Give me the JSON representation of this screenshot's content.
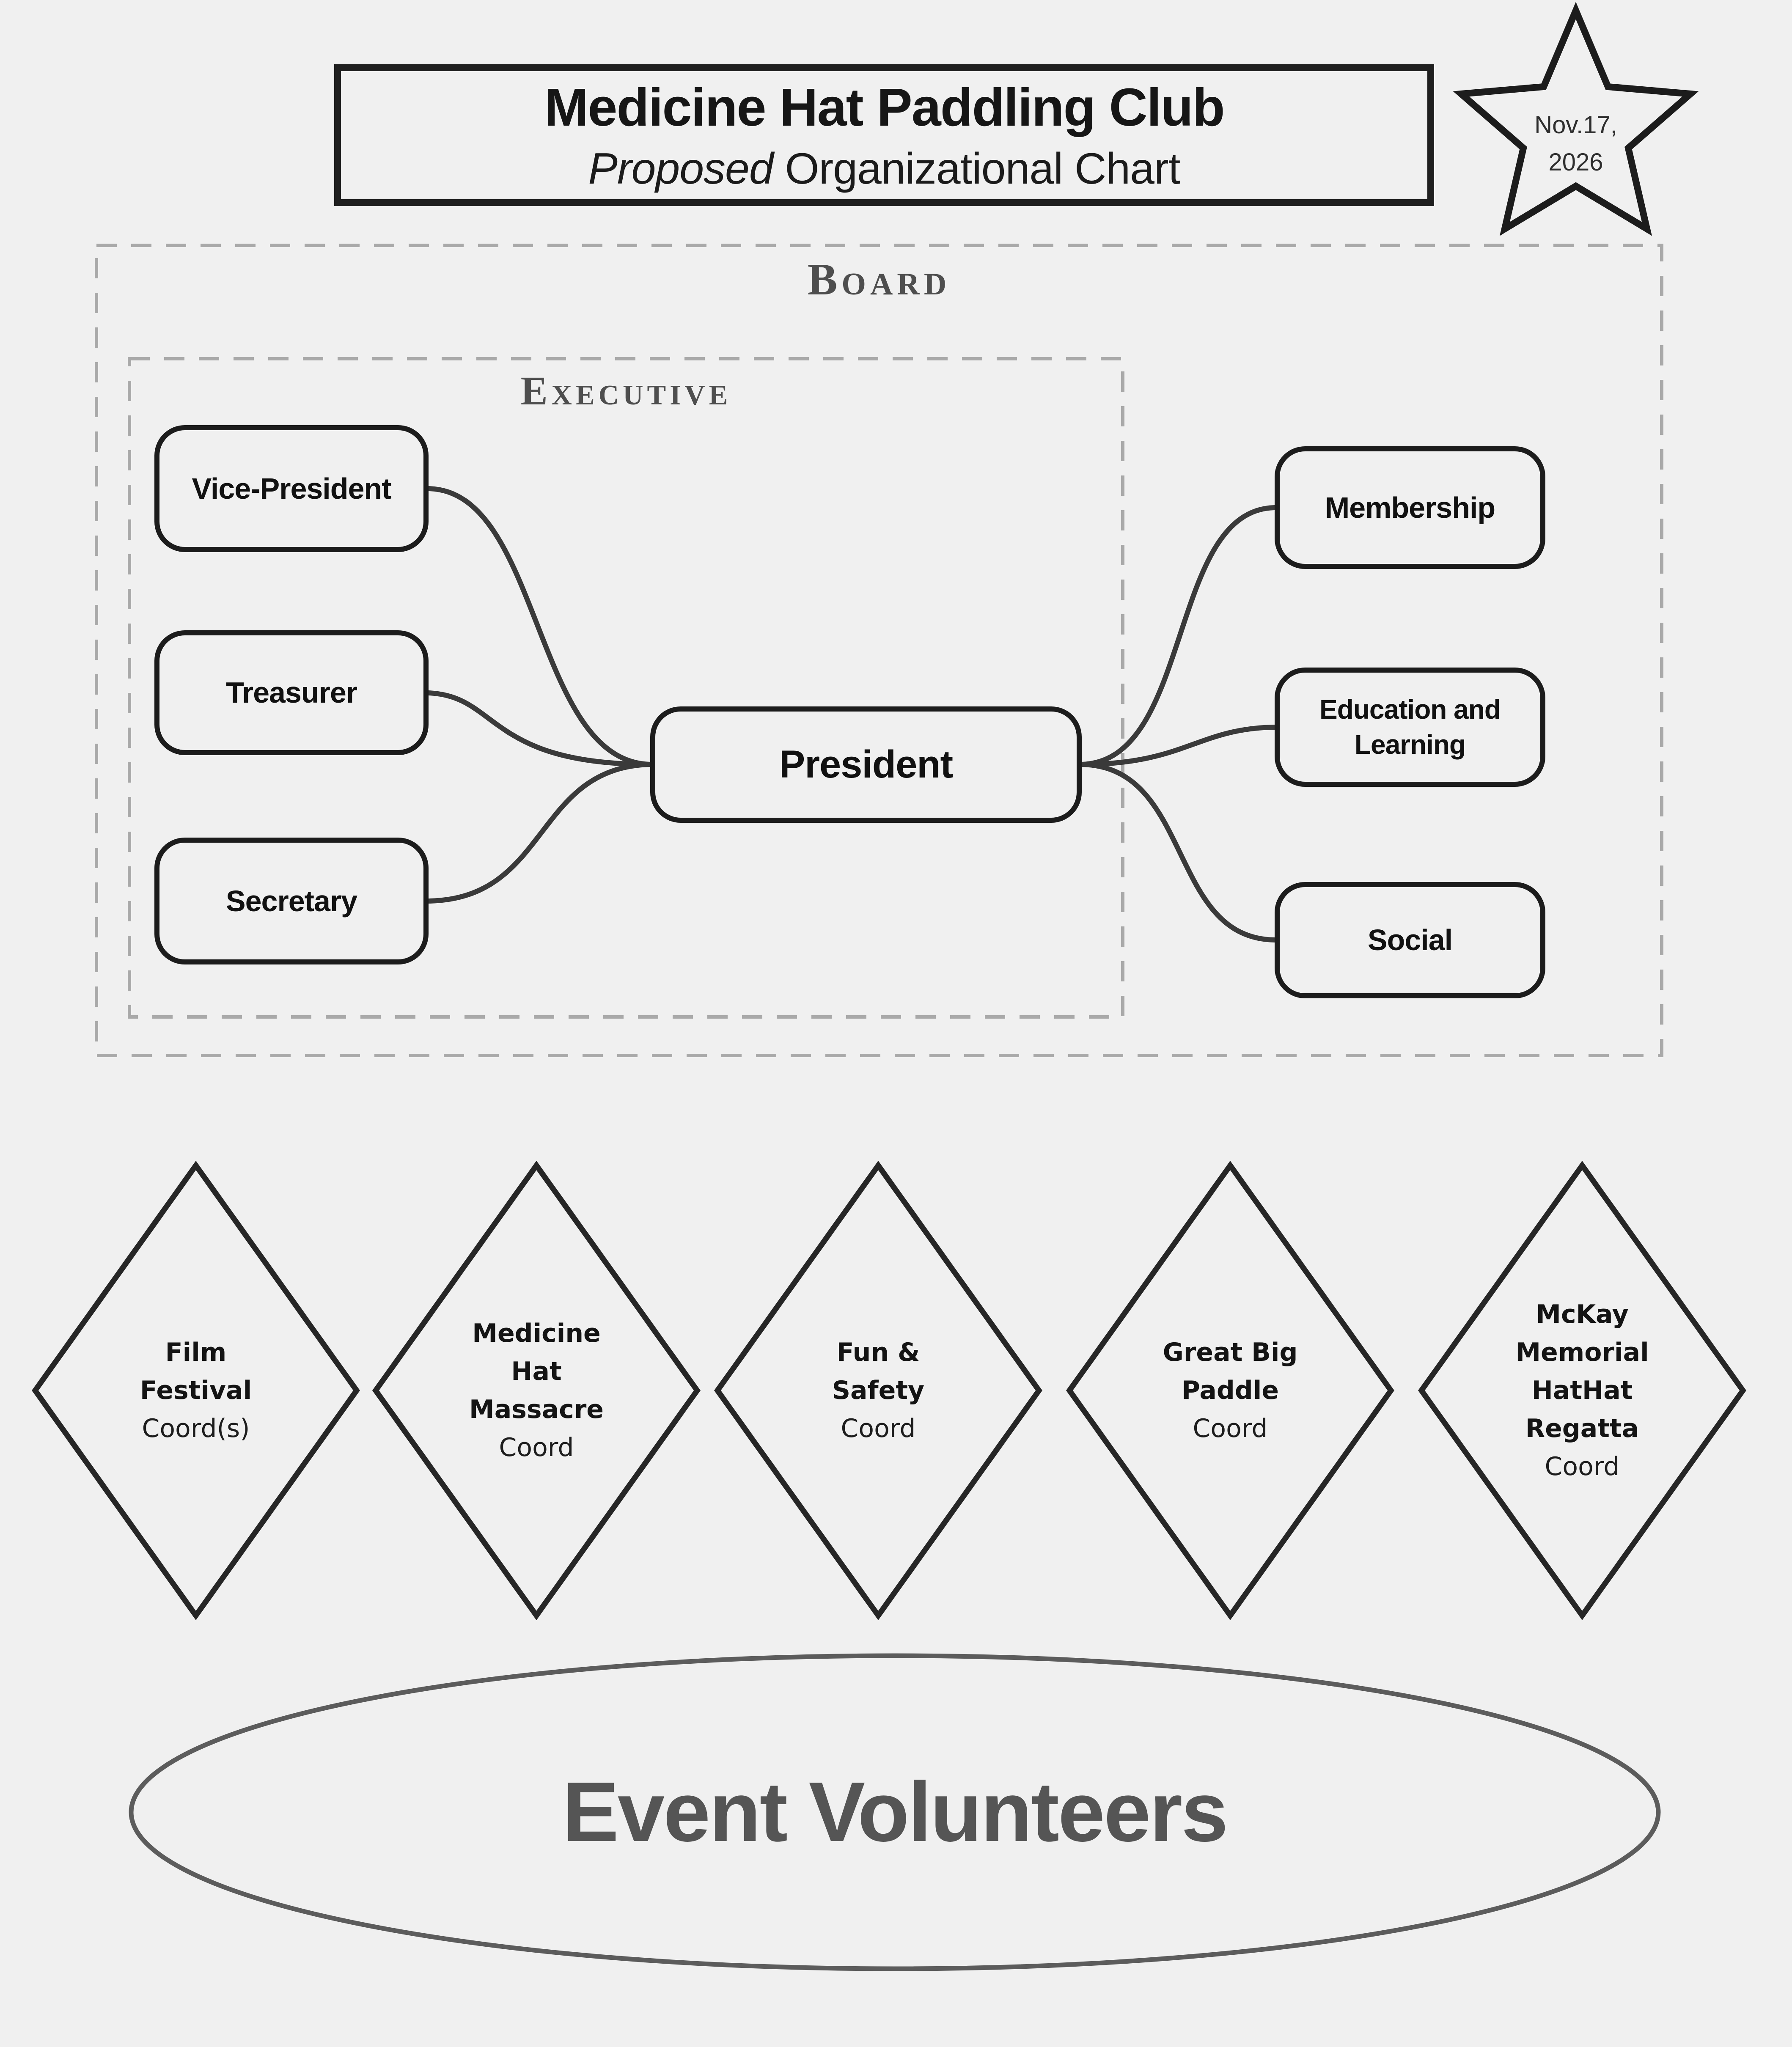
{
  "title": {
    "line1": "Medicine Hat Paddling Club",
    "subtitle_italic": "Proposed",
    "subtitle_rest": "Organizational Chart"
  },
  "date_star": {
    "line1": "Nov.17,",
    "line2": "2026"
  },
  "groups": {
    "board": "Board",
    "executive": "Executive"
  },
  "nodes": {
    "president": "President",
    "vice_president": "Vice-President",
    "treasurer": "Treasurer",
    "secretary": "Secretary",
    "membership": "Membership",
    "education": [
      "Education and",
      "Learning"
    ],
    "social": "Social"
  },
  "edges": [
    {
      "from": "Vice-President",
      "to": "President"
    },
    {
      "from": "Treasurer",
      "to": "President"
    },
    {
      "from": "Secretary",
      "to": "President"
    },
    {
      "from": "President",
      "to": "Membership"
    },
    {
      "from": "President",
      "to": "Education and Learning"
    },
    {
      "from": "President",
      "to": "Social"
    }
  ],
  "diamonds": [
    {
      "lines": [
        "Film",
        "Festival"
      ],
      "coord": "Coord(s)"
    },
    {
      "lines": [
        "Medicine",
        "Hat",
        "Massacre"
      ],
      "coord": "Coord"
    },
    {
      "lines": [
        "Fun &",
        "Safety"
      ],
      "coord": "Coord"
    },
    {
      "lines": [
        "Great Big",
        "Paddle"
      ],
      "coord": "Coord"
    },
    {
      "lines": [
        "McKay",
        "Memorial",
        "HatHat",
        "Regatta"
      ],
      "coord": "Coord"
    }
  ],
  "volunteers": {
    "label": "Event Volunteers"
  },
  "colors": {
    "background": "#f0f0f0",
    "node_border": "#1c1c1c",
    "dashed_border": "#a9a9a9",
    "connector": "#3a3a3a",
    "group_label": "#4e4e4e",
    "ellipse_stroke": "#5c5c5c",
    "volunteers_text": "#555555"
  }
}
